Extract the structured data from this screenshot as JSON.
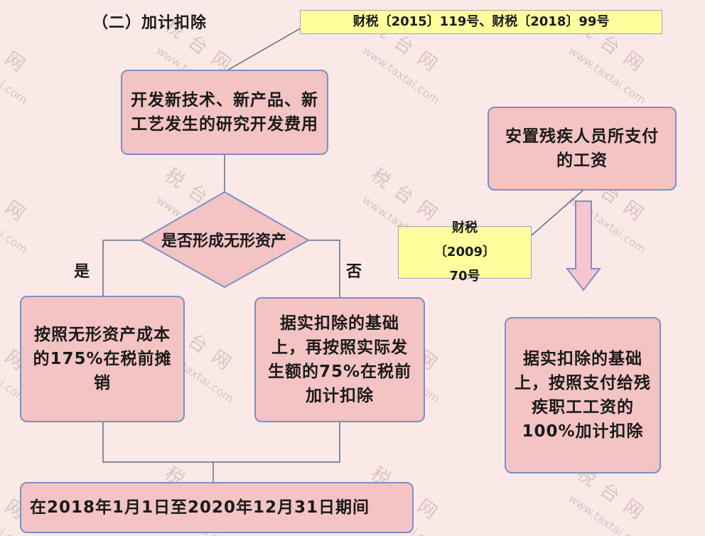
{
  "title": "（二）加计扣除",
  "notes": {
    "top": "财税〔2015〕119号、财税〔2018〕99号",
    "side": "财税〔2009〕70号"
  },
  "boxes": {
    "rnd": "开发新技术、新产品、新工艺发生的研究开发费用",
    "decision": "是否形成无形资产",
    "yes_result": "按照无形资产成本的175%在税前摊销",
    "no_result": "据实扣除的基础上，再按照实际发生额的75%在税前加计扣除",
    "period": "在2018年1月1日至2020年12月31日期间",
    "disabled": "安置残疾人员所支付的工资",
    "disabled_result": "据实扣除的基础上，按照支付给残疾职工工资的100%加计扣除"
  },
  "labels": {
    "yes": "是",
    "no": "否"
  },
  "watermark": {
    "char1": "税",
    "char2": "台",
    "char3": "网",
    "url": "www.taxtai.com"
  },
  "colors": {
    "box_fill": "#f4c3c3",
    "box_border": "#7b8fc8",
    "note_fill": "#ffff9e",
    "arrow": "#f4b8c8",
    "background": "#fbe9e7"
  }
}
